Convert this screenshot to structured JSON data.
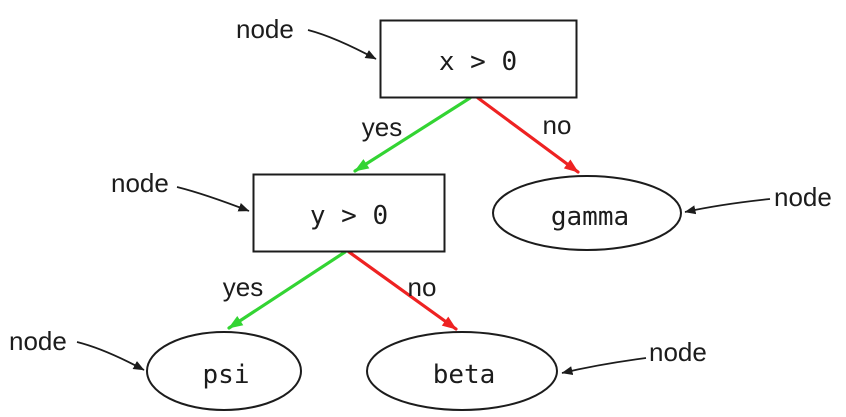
{
  "diagram": {
    "kind": "decision-tree",
    "colors": {
      "yes_edge": "#33d433",
      "no_edge": "#ee2222",
      "outline": "#1c1c1c",
      "text": "#1c1c1c",
      "background": "#ffffff"
    },
    "nodes": {
      "root": {
        "label": "x > 0",
        "shape": "rectangle"
      },
      "inner": {
        "label": "y > 0",
        "shape": "rectangle"
      },
      "gamma": {
        "label": "gamma",
        "shape": "ellipse"
      },
      "psi": {
        "label": "psi",
        "shape": "ellipse"
      },
      "beta": {
        "label": "beta",
        "shape": "ellipse"
      }
    },
    "edges": {
      "root_yes": {
        "label": "yes",
        "from": "x > 0",
        "to": "y > 0",
        "color": "#33d433"
      },
      "root_no": {
        "label": "no",
        "from": "x > 0",
        "to": "gamma",
        "color": "#ee2222"
      },
      "inner_yes": {
        "label": "yes",
        "from": "y > 0",
        "to": "psi",
        "color": "#33d433"
      },
      "inner_no": {
        "label": "no",
        "from": "y > 0",
        "to": "beta",
        "color": "#ee2222"
      }
    },
    "annotations": [
      {
        "label": "node",
        "points_to": "x > 0"
      },
      {
        "label": "node",
        "points_to": "y > 0"
      },
      {
        "label": "node",
        "points_to": "gamma"
      },
      {
        "label": "node",
        "points_to": "psi"
      },
      {
        "label": "node",
        "points_to": "beta"
      }
    ]
  }
}
